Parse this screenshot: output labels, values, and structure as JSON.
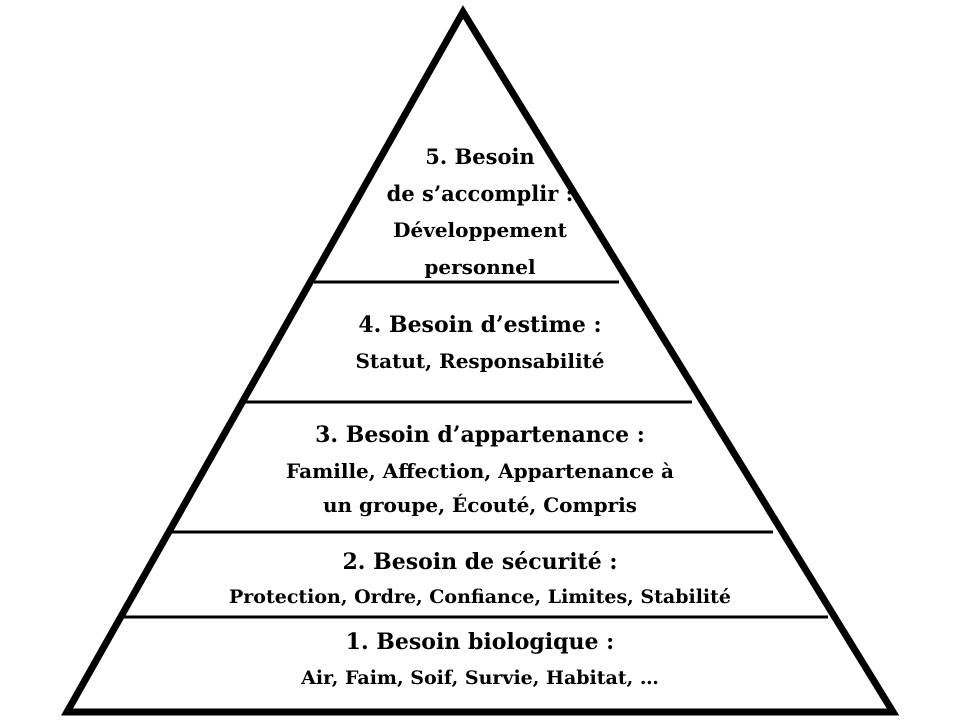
{
  "diagram": {
    "levels": [
      {
        "id": 5,
        "title_line1": "5. Besoin",
        "title_line2": "de s’accomplir :",
        "desc_line1": "Développement",
        "desc_line2": "personnel"
      },
      {
        "id": 4,
        "title": "4. Besoin d’estime :",
        "desc": "Statut, Responsabilité"
      },
      {
        "id": 3,
        "title": "3. Besoin d’appartenance :",
        "desc_line1": "Famille, Affection, Appartenance à",
        "desc_line2": "un groupe, Écouté, Compris"
      },
      {
        "id": 2,
        "title": "2. Besoin de sécurité :",
        "desc": "Protection, Ordre, Confiance, Limites, Stabilité"
      },
      {
        "id": 1,
        "title": "1. Besoin biologique :",
        "desc": "Air, Faim, Soif, Survie, Habitat, …"
      }
    ],
    "colors": {
      "stroke": "#000000",
      "fill": "#ffffff"
    }
  }
}
